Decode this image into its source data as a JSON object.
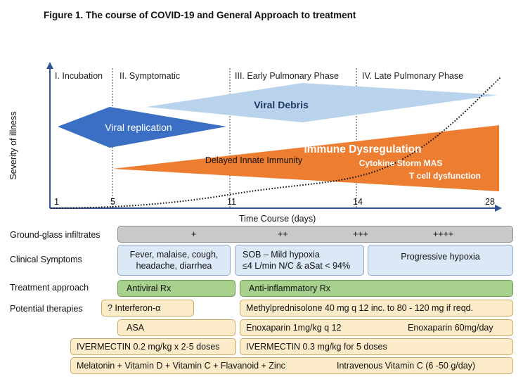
{
  "title": "Figure 1.  The course of COVID-19 and General Approach to treatment",
  "phases": [
    {
      "label": "I. Incubation"
    },
    {
      "label": "II. Symptomatic"
    },
    {
      "label": "III. Early Pulmonary Phase"
    },
    {
      "label": "IV. Late Pulmonary Phase"
    }
  ],
  "y_axis_label": "Severity of illness",
  "x_axis_label": "Time Course (days)",
  "x_ticks": [
    "1",
    "5",
    "11",
    "14",
    "28"
  ],
  "shapes": {
    "viral_replication": "Viral replication",
    "viral_debris": "Viral Debris",
    "immune_dysregulation": "Immune Dysregulation",
    "delayed_innate": "Delayed Innate Immunity",
    "cytokine_storm": "Cytokine Storm  MAS",
    "t_cell": "T cell dysfunction"
  },
  "colors": {
    "viral_replication": "#3a6fc4",
    "viral_debris": "#b9d3ec",
    "immune": "#ed7d31",
    "gray": "#c8c9cb",
    "blue_box": "#dbe8f5",
    "green_box": "#a9d18e",
    "tan_box": "#fcebc8"
  },
  "rows": {
    "ggi": {
      "label": "Ground-glass infiltrates",
      "marks": [
        "+",
        "++",
        "+++",
        "++++"
      ]
    },
    "clinical": {
      "label": "Clinical Symptoms",
      "box1_line1": "Fever, malaise, cough,",
      "box1_line2": "headache, diarrhea",
      "box2_line1": "SOB – Mild hypoxia",
      "box2_line2": "≤4 L/min N/C & aSat < 94%",
      "box3": "Progressive hypoxia"
    },
    "treatment": {
      "label": "Treatment approach",
      "antiviral": "Antiviral Rx",
      "antiinflammatory": "Anti-inflammatory Rx"
    },
    "therapies": {
      "label": "Potential therapies",
      "interferon": "? Interferon-α",
      "methylpred": "Methylprednisolone 40 mg q 12 inc. to 80 - 120 mg if reqd.",
      "asa": "ASA",
      "enox1": "Enoxaparin 1mg/kg q 12",
      "enox2": "Enoxaparin 60mg/day",
      "iver1": "IVERMECTIN 0.2 mg/kg x 2-5 doses",
      "iver2": "IVERMECTIN  0.3 mg/kg for 5 doses",
      "melatonin": "Melatonin + Vitamin D + Vitamin C + Flavanoid + Zinc",
      "ivvitc": "Intravenous Vitamin C (6 -50 g/day)"
    }
  }
}
